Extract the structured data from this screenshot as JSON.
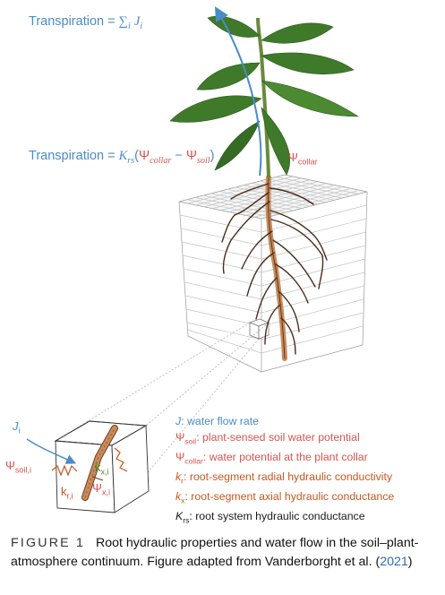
{
  "equations": {
    "top": {
      "prefix": "Transpiration = ",
      "sum": "∑",
      "sub": "i",
      "flux": "J",
      "flux_sub": "i"
    },
    "middle": {
      "prefix": "Transpiration = ",
      "K": "K",
      "K_sub": "rs",
      "open": "(",
      "psi1": "Ψ",
      "psi1_sub": "collar",
      "minus": " − ",
      "psi2": "Ψ",
      "psi2_sub": "soil",
      "close": ")"
    }
  },
  "labels": {
    "psi_collar": "Ψ",
    "psi_collar_sub": "collar",
    "J": "J",
    "J_sub": "i",
    "psi_soil": "Ψ",
    "psi_soil_sub": "soil,i",
    "kr": "k",
    "kr_sub": "r,i",
    "kx": "k",
    "kx_sub": "x,i",
    "psix": "Ψ",
    "psix_sub": "x,i"
  },
  "legend": [
    {
      "sym": "J",
      "sub": "",
      "text": ": water flow rate",
      "color": "#4a8cc7"
    },
    {
      "sym": "Ψ",
      "sub": "soil",
      "text": ": plant-sensed soil water potential",
      "color": "#d9534f"
    },
    {
      "sym": "Ψ",
      "sub": "collar",
      "text": ": water potential at the plant collar",
      "color": "#d9534f"
    },
    {
      "sym": "k",
      "sub": "r",
      "text": ": root-segment radial hydraulic conductivity",
      "color": "#c8571e"
    },
    {
      "sym": "k",
      "sub": "x",
      "text": ": root-segment axial hydraulic conductance",
      "color": "#c8571e"
    },
    {
      "sym": "K",
      "sub": "rs",
      "text": ": root system hydraulic conductance",
      "color": "#1a1a1a"
    }
  ],
  "caption": {
    "label": "FIGURE 1",
    "text": "Root hydraulic properties and water flow in the soil–plant-atmosphere continuum. Figure adapted from Vanderborght et al. (",
    "cite": "2021",
    "end": ")"
  },
  "colors": {
    "blue": "#4a8cc7",
    "red": "#d9534f",
    "orange": "#c8571e",
    "root": "#c98a5a",
    "leaf": "#3e7a2a"
  }
}
